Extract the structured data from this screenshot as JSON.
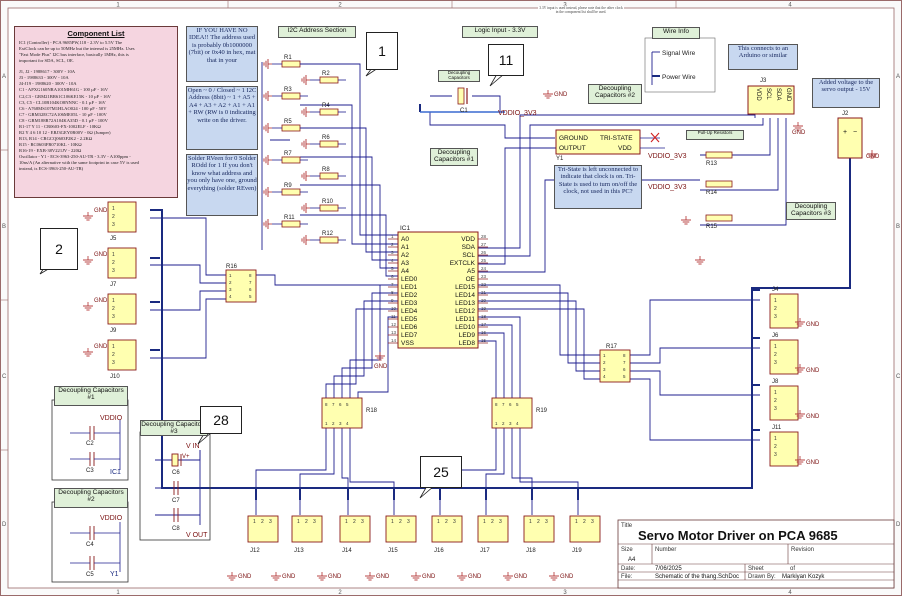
{
  "frame": {
    "cols": [
      "1",
      "2",
      "3",
      "4"
    ],
    "rows": [
      "A",
      "B",
      "C",
      "D"
    ]
  },
  "component_list": {
    "title": "Component List",
    "lines": [
      "IC1 (Controller) - PCA 9685PW,118 - 2.3V to 5.5V The",
      "ExtClock can be up to 50MHz but the internal is 25MHz. Uses",
      "\"Fast Mode Plus\" I2C bus interface, basically 1MHz, this is",
      "important for SDA, SCL, OE.",
      "",
      "J1, J2 - 1988617 - 300V - 10A",
      "J3 - 1988633 - 300V - 10A",
      "J4-J19 - 1988620 - 300V - 10A",
      "C1 - APXG160NRA101MH61G - 100 µF - 16V",
      "C2,C3 - GRM21BR61C106KE15K - 10 µF - 16V",
      "C3, C5 - CL10B104KO8NNNC - 0.1 µF - 16V",
      "C6 - A768MS107M1HLAO024 - 100 µF - 50V",
      "C7 - GRM32EC72A106ME05L - 10 µF - 100V",
      "C8 - GRM188R72A104KA35D - 0.1 µF - 100V",
      "R1-17 Y 11 - CR0603-FX-1002ELF - 10KΩ",
      "R2 Y 4 6 10 12 - ERJ3GEY0R00V - 0Ω (Jumper)",
      "R13, R14 - CRGCQ0603F2K2 - 2.2KΩ",
      "R15 - RC0603FR0710KL - 10KΩ",
      "R16-19 - EXB-38V221JV - 220Ω",
      "Oscillator - Y1 - ECS-3963-250-AU-TR - 3.3V - A100ppm -",
      "10ns/A (An alternative with the same footprint in case 5V is used",
      "instead, is ECS-3963-250-AU-TR)"
    ]
  },
  "notes": {
    "address_help": "IF YOU HAVE NO IDEA!! The address used is probably 0b1000000 (7bit) or 0x40 in hex, mat that in your",
    "address_formula": "Open ~ 0 / Closed ~ 1 I2C Address (8bit) ~ 1 + A5 + A4 + A3 + A2 + A1 + A1 + RW (RW is 0 indicating write on the driver.",
    "solder_note": "Solder RVeen for 0 Solder ROdd for 1 If you don't know what address and you only have one, ground everything (solder REven)",
    "tristate": "Tri-State is left unconnected to indicate that clock is on. Tri-State is used to turn on/off the clock, not used in this PC?",
    "arduino": "This connects to an Arduino or similar",
    "servo_voltage": "Added voltage to the servo output - 15V",
    "tiny_top": "3.3V input is used instead, please note that the other clock in the component list shall be used."
  },
  "tags": {
    "i2c_section": "I2C Address Section",
    "logic_input": "Logic Input - 3.3V",
    "wire_info": "Wire Info",
    "signal_wire": "Signal Wire",
    "power_wire": "Power Wire",
    "decoupling_2": "Decoupling Capacitors #2",
    "decoupling_1": "Decoupling Capacitors #1",
    "decoupling_3": "Decoupling Capacitors #3",
    "decoupling_c1": "Decoupling Capacitors",
    "pullup": "Pull-Up Resistors",
    "box_dc1": "Decoupling Capacitors #1",
    "box_dc2": "Decoupling Capacitors #2",
    "box_dc3": "Decoupling Capacitors #3"
  },
  "markers": [
    "1",
    "11",
    "2",
    "28",
    "25"
  ],
  "ic1": {
    "ref": "IC1",
    "left_pins": [
      "A0",
      "A1",
      "A2",
      "A3",
      "A4",
      "LED0",
      "LED1",
      "LED2",
      "LED3",
      "LED4",
      "LED5",
      "LED6",
      "LED7",
      "VSS"
    ],
    "right_pins": [
      "VDD",
      "SDA",
      "SCL",
      "EXTCLK",
      "A5",
      "OE",
      "LED15",
      "LED14",
      "LED13",
      "LED12",
      "LED11",
      "LED10",
      "LED9",
      "LED8"
    ],
    "left_nums": [
      "1",
      "2",
      "3",
      "4",
      "5",
      "6",
      "7",
      "8",
      "9",
      "10",
      "11",
      "12",
      "13",
      "14"
    ],
    "right_nums": [
      "28",
      "27",
      "26",
      "25",
      "24",
      "23",
      "22",
      "21",
      "20",
      "19",
      "18",
      "17",
      "16",
      "15"
    ]
  },
  "oscillator": {
    "ref": "Y1",
    "ground": "GROUND",
    "output": "OUTPUT",
    "tristate": "TRI-STATE",
    "vdd": "VDD"
  },
  "resistors": {
    "address": [
      "R1",
      "R2",
      "R3",
      "R4",
      "R5",
      "R6",
      "R7",
      "R8",
      "R9",
      "R10",
      "R11",
      "R12"
    ],
    "pullups": [
      "R13",
      "R14",
      "R15"
    ],
    "arrays": [
      "R16",
      "R17",
      "R18",
      "R19"
    ]
  },
  "connectors": {
    "left": [
      "J5",
      "J7",
      "J9",
      "J10"
    ],
    "right": [
      "J4",
      "J6",
      "J8",
      "J11"
    ],
    "bottom": [
      "J12",
      "J13",
      "J14",
      "J15",
      "J16",
      "J17",
      "J18",
      "J19"
    ],
    "j3": "J3",
    "j3_pins": [
      "VDD",
      "SCL",
      "SDA",
      "GND"
    ],
    "j2": "J2"
  },
  "net_labels": {
    "gnd": "GND",
    "vdd": "VDDIO",
    "vdd33": "VDDIO_3V3",
    "vin": "V IN",
    "vout": "V OUT",
    "ic1_net": "IC1",
    "y1_net": "Y1",
    "vplus": "V+"
  },
  "caps": {
    "dc1": [
      "C2",
      "C3"
    ],
    "dc2": [
      "C4",
      "C5"
    ],
    "dc3": [
      "C6",
      "C7",
      "C8"
    ],
    "c1": "C1"
  },
  "title_block": {
    "title_label": "Title",
    "title": "Servo Motor Driver on PCA 9685",
    "size_label": "Size",
    "size": "A4",
    "number_label": "Number",
    "revision_label": "Revision",
    "date_label": "Date:",
    "date": "7/06/2025",
    "sheet_label": "Sheet",
    "sheet_of": "of",
    "file_label": "File:",
    "file": "Schematic of the thang.SchDoc",
    "drawn_label": "Drawn By:",
    "drawn_by": "Markiyan Kozyk"
  },
  "colors": {
    "wire": "#1f1f8f",
    "power": "#1a2a80",
    "component_fill": "#ffffb0",
    "component_stroke": "#8b1a1a",
    "note_fill": "#c8d8f0",
    "list_fill": "#f5d5e0",
    "tag_fill": "#dff0d8",
    "ground": "#b03030"
  }
}
